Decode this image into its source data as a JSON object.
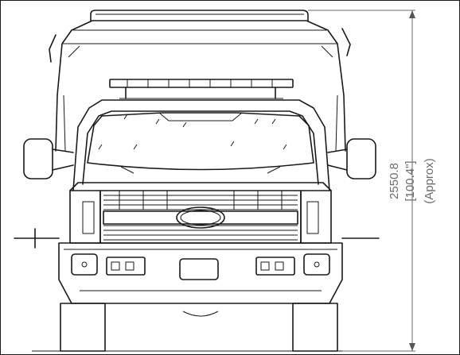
{
  "drawing": {
    "view": "front elevation",
    "subject": "pickup truck with utility canopy and roof light bar"
  },
  "dimension": {
    "value_mm": "2550.8",
    "value_in": "[100.4\"]",
    "note": "(Approx)"
  },
  "colors": {
    "line": "#1a1a1a",
    "dimension": "#6b6b6b",
    "background": "#ffffff"
  }
}
